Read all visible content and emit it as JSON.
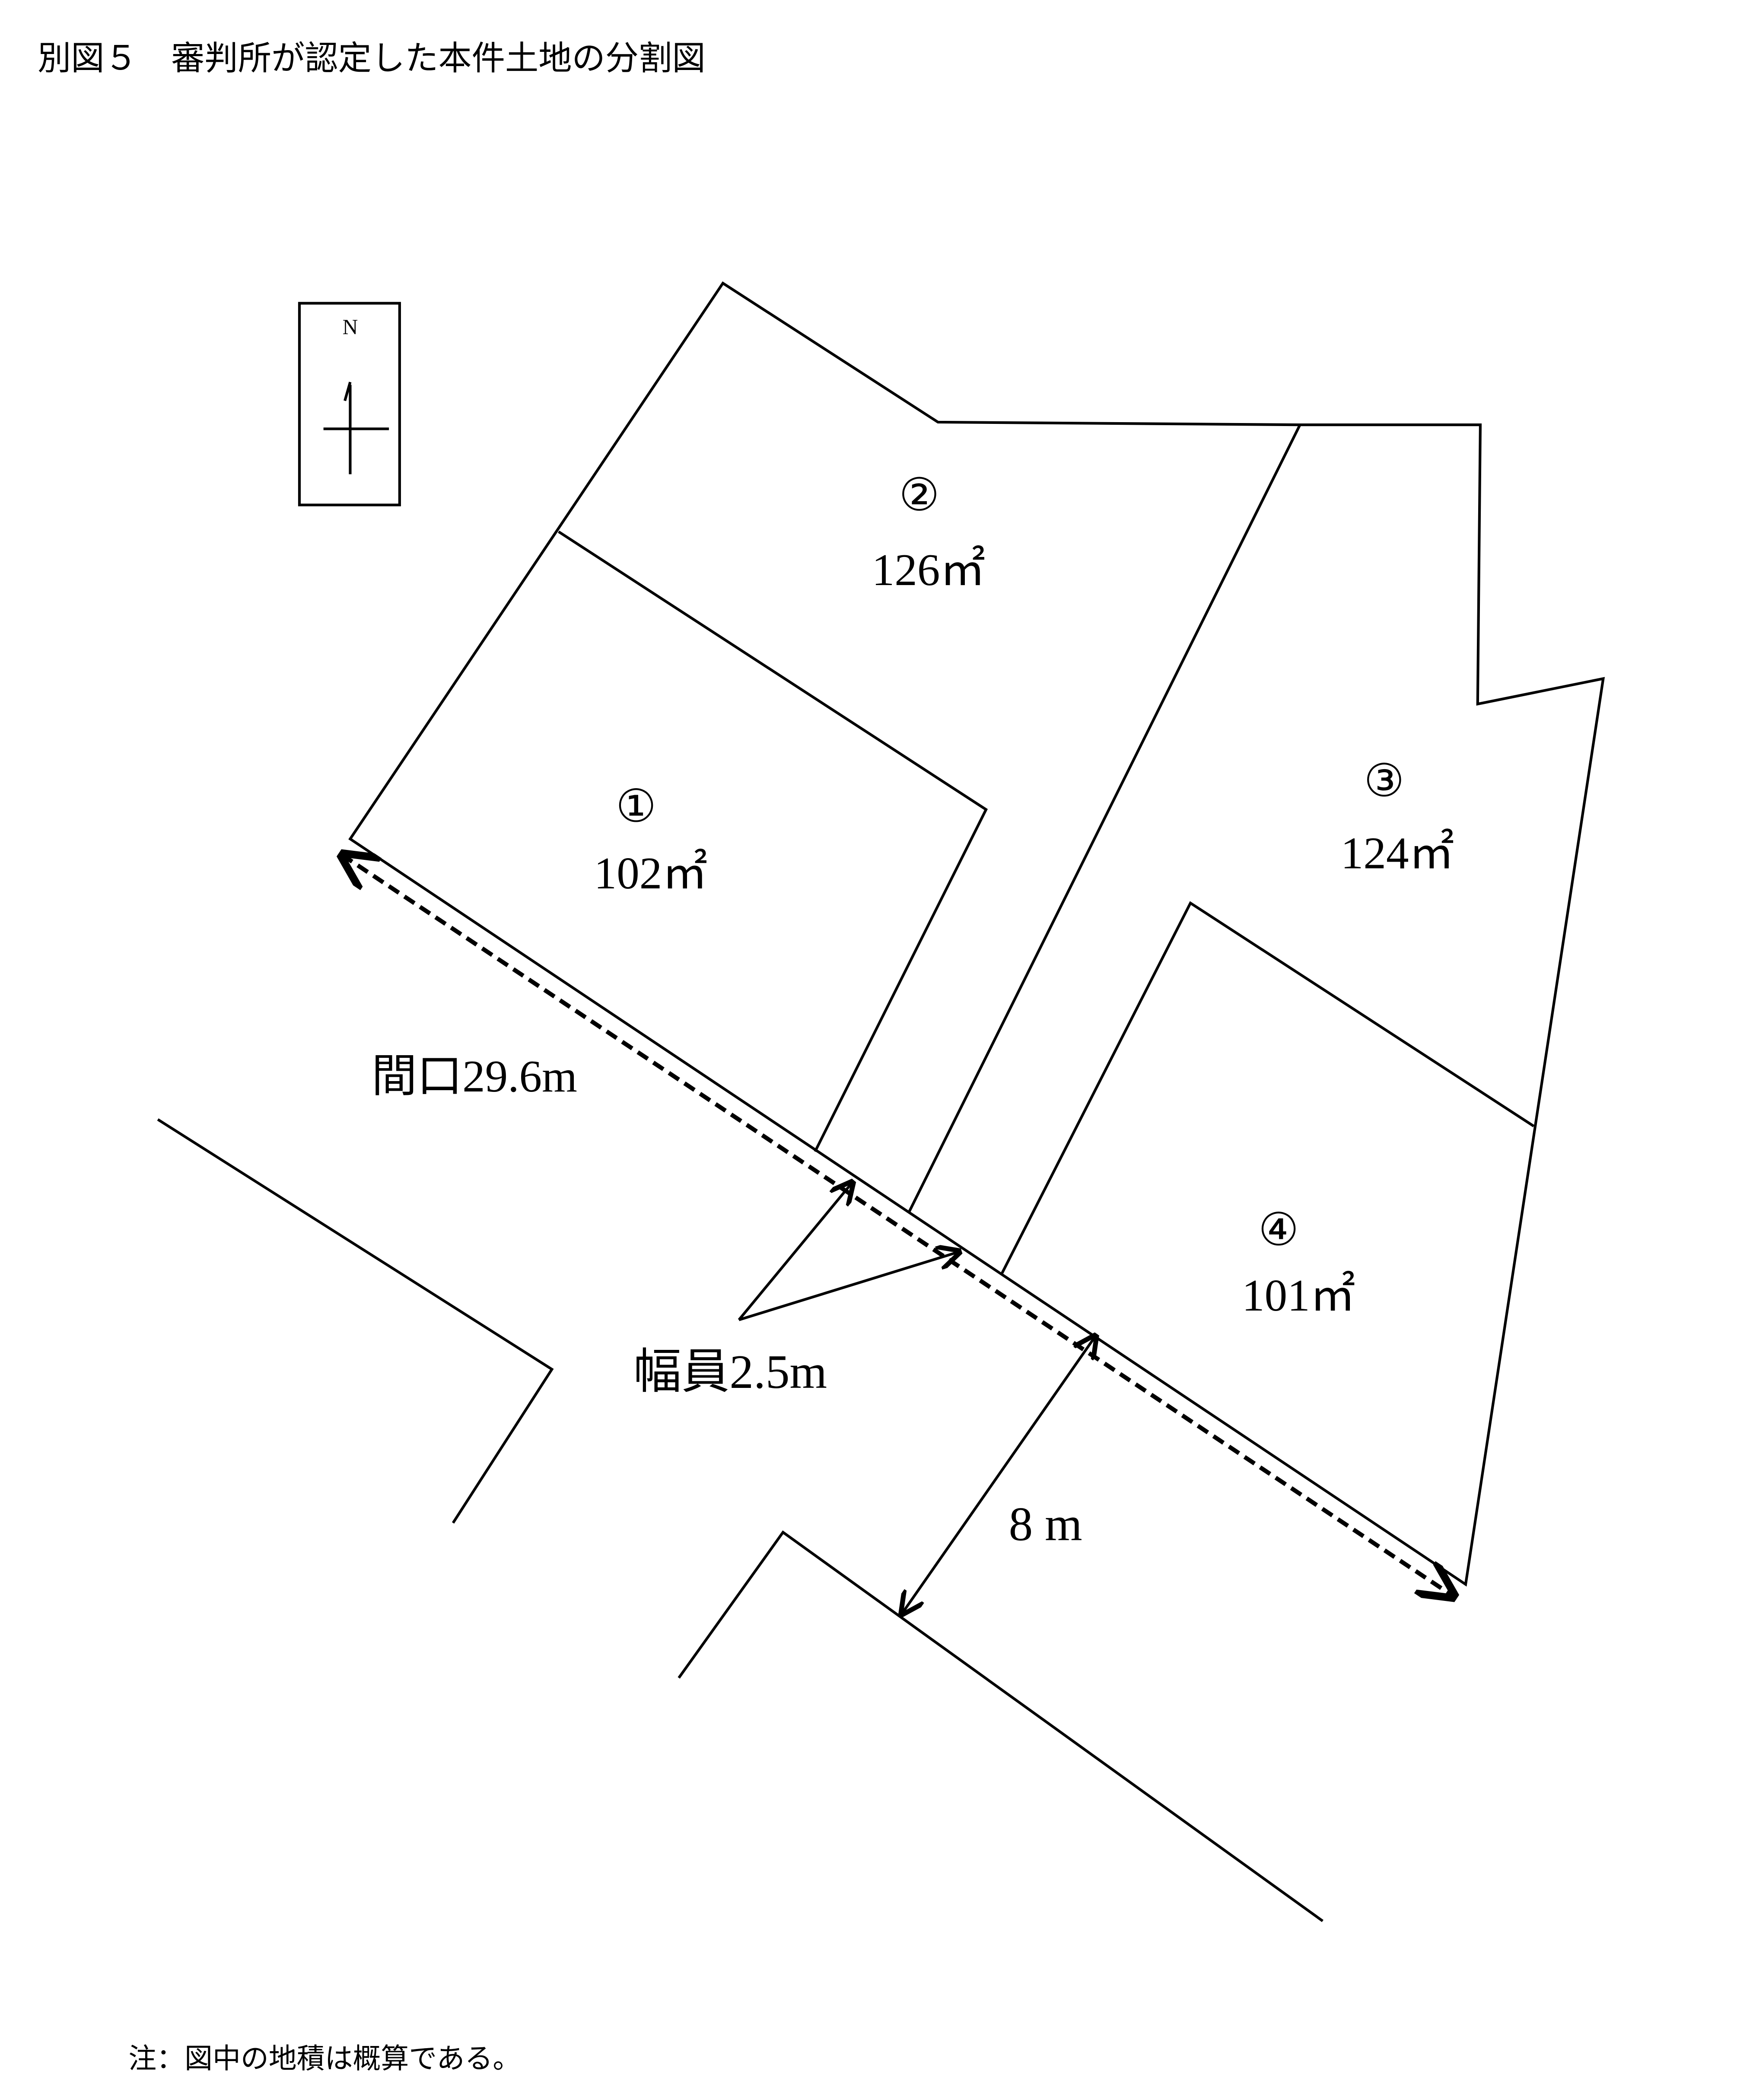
{
  "title": "別図５　審判所が認定した本件土地の分割図",
  "north_label": "N",
  "lots": [
    {
      "number": "①",
      "area": "102㎡"
    },
    {
      "number": "②",
      "area": "126㎡"
    },
    {
      "number": "③",
      "area": "124㎡"
    },
    {
      "number": "④",
      "area": "101㎡"
    }
  ],
  "frontage_label": "間口29.6m",
  "passage_width_label": "幅員2.5m",
  "road_width_label": "8 m",
  "note": "注：図中の地積は概算である。"
}
